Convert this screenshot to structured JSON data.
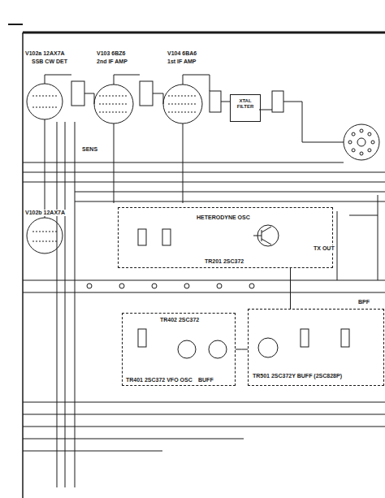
{
  "diagram": {
    "nodes": [
      {
        "text": [
          "HETERODYNE OSC",
          "TR201 2SC372"
        ]
      },
      {
        "text": [
          "TR402 2SC372",
          "TR401 2SC372 VFO OSC",
          "BUFF"
        ]
      },
      {
        "text": [
          "TR501 2SC372Y BUFF (2SC828P)"
        ]
      },
      {
        "text": [
          "XTAL FILTER"
        ]
      }
    ],
    "edges": [
      {
        "from": 1,
        "to": 2,
        "arrow": "none"
      },
      {
        "from": 0,
        "to": 2,
        "arrow": "none"
      }
    ],
    "labels": [
      "V102a 12AX7A",
      "SSB CW DET",
      "V103 6BZ6",
      "2nd IF AMP",
      "V104 6BA6",
      "1st IF AMP",
      "SENS",
      "V102b 12AX7A",
      "BPF",
      "TX OUT"
    ]
  }
}
